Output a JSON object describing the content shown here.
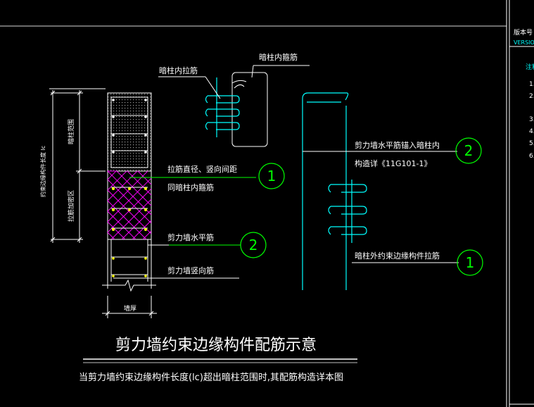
{
  "drawing": {
    "title": "剪力墙约束边缘构件配筋示意",
    "subtitle": "当剪力墙约束边缘构件长度(lc)超出暗柱范围时,其配筋构造详本图"
  },
  "labels": {
    "hidden_col_tie": "暗柱内拉筋",
    "hidden_col_stirrup": "暗柱内箍筋",
    "tie_note_line1": "拉筋直径、竖向间距",
    "tie_note_line2": "同暗柱内箍筋",
    "wall_horiz": "剪力墙水平筋",
    "wall_vert": "剪力墙竖向筋",
    "wall_thick": "墙厚",
    "dim_lc": "约束边缘构件长度 lc",
    "dim_hidden_col": "暗柱范围",
    "dim_tie_zone": "拉筋加密区",
    "anchor_line1": "剪力墙水平筋锚入暗柱内",
    "anchor_line2": "构造详《11G101-1》",
    "outer_tie": "暗柱外约束边缘构件拉筋"
  },
  "markers": {
    "one_a": "1",
    "two_a": "2",
    "two_b": "2",
    "one_b": "1"
  },
  "side_panel": {
    "header": "版本号",
    "sub": "VERSION",
    "col_head": "注释",
    "items": [
      "1.",
      "2.",
      "3.",
      "4.",
      "5.",
      "6."
    ]
  },
  "colors": {
    "background": "#000000",
    "white": "#ffffff",
    "cyan": "#00ffff",
    "green": "#00ff00",
    "magenta": "#ff00ff",
    "yellow": "#ffff00"
  }
}
